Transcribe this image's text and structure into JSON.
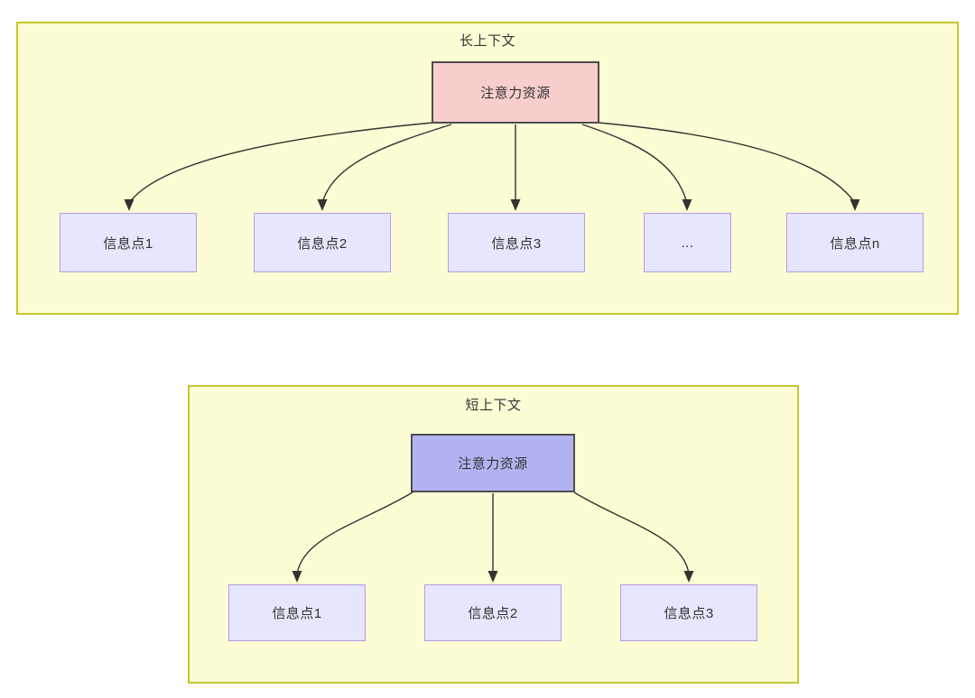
{
  "diagram": {
    "panels": [
      {
        "id": "long-context",
        "title": "长上下文",
        "root": {
          "label": "注意力资源",
          "fill": "#f8cecc",
          "stroke": "#4d4d4d"
        },
        "children": [
          {
            "label": "信息点1"
          },
          {
            "label": "信息点2"
          },
          {
            "label": "信息点3"
          },
          {
            "label": "..."
          },
          {
            "label": "信息点n"
          }
        ]
      },
      {
        "id": "short-context",
        "title": "短上下文",
        "root": {
          "label": "注意力资源",
          "fill": "#b3b3f2",
          "stroke": "#4d4d4d"
        },
        "children": [
          {
            "label": "信息点1"
          },
          {
            "label": "信息点2"
          },
          {
            "label": "信息点3"
          }
        ]
      }
    ],
    "colors": {
      "panel_fill": "#fdfdd5",
      "panel_border": "#c6c631",
      "info_fill": "#e6e6fd",
      "info_border": "#b89ae8",
      "edge": "#333333",
      "text": "#333333"
    }
  }
}
